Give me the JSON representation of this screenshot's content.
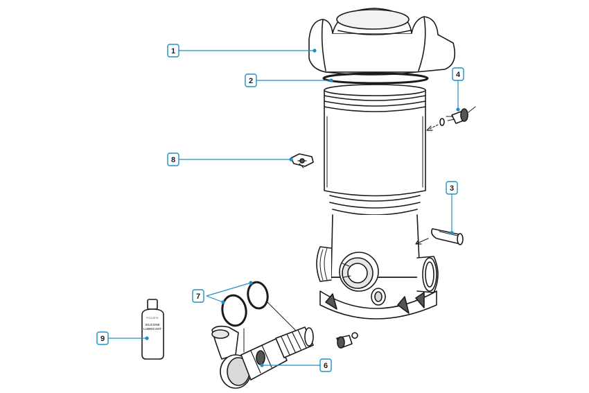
{
  "colors": {
    "callout": "#1e8fc6",
    "outline": "#1a1a1a",
    "fill": "#ffffff",
    "shade": "#d9d9d9",
    "dark": "#555555"
  },
  "callouts": [
    {
      "id": "1",
      "label": "1",
      "part": "lid"
    },
    {
      "id": "2",
      "label": "2",
      "part": "o-ring-seal"
    },
    {
      "id": "3",
      "label": "3",
      "part": "chlorine-tablet-pusher"
    },
    {
      "id": "4",
      "label": "4",
      "part": "drain-plug"
    },
    {
      "id": "5",
      "label": "6",
      "part": "valve-assembly"
    },
    {
      "id": "6",
      "label": "7",
      "part": "o-rings"
    },
    {
      "id": "7",
      "label": "8",
      "part": "locking-clip"
    },
    {
      "id": "8",
      "label": "9",
      "part": "lubricant-bottle"
    }
  ],
  "bottle": {
    "brand": "POOLRITE",
    "line1": "SILICONE",
    "line2": "LUBRICANT"
  }
}
